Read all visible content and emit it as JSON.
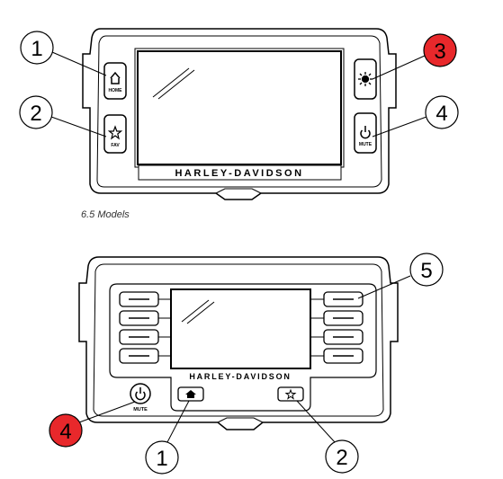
{
  "brand": "HARLEY-DAVIDSON",
  "caption_top": "6.5 Models",
  "top_unit": {
    "left_buttons": [
      {
        "icon": "home-icon",
        "label": "HOME",
        "callout": "1",
        "callout_color": "#ffffff"
      },
      {
        "icon": "star-icon",
        "label": "FAV",
        "callout": "2",
        "callout_color": "#ffffff"
      }
    ],
    "right_buttons": [
      {
        "icon": "sun-icon",
        "label": "",
        "callout": "3",
        "callout_color": "#e8282b"
      },
      {
        "icon": "power-icon",
        "label": "MUTE",
        "callout": "4",
        "callout_color": "#ffffff"
      }
    ]
  },
  "bottom_unit": {
    "power_button": {
      "icon": "power-icon",
      "label": "MUTE",
      "callout": "4",
      "callout_color": "#e8282b"
    },
    "soft_keys_callout": "5",
    "bottom_buttons": [
      {
        "icon": "home-icon",
        "callout": "1"
      },
      {
        "icon": "star-icon",
        "callout": "2"
      }
    ]
  }
}
